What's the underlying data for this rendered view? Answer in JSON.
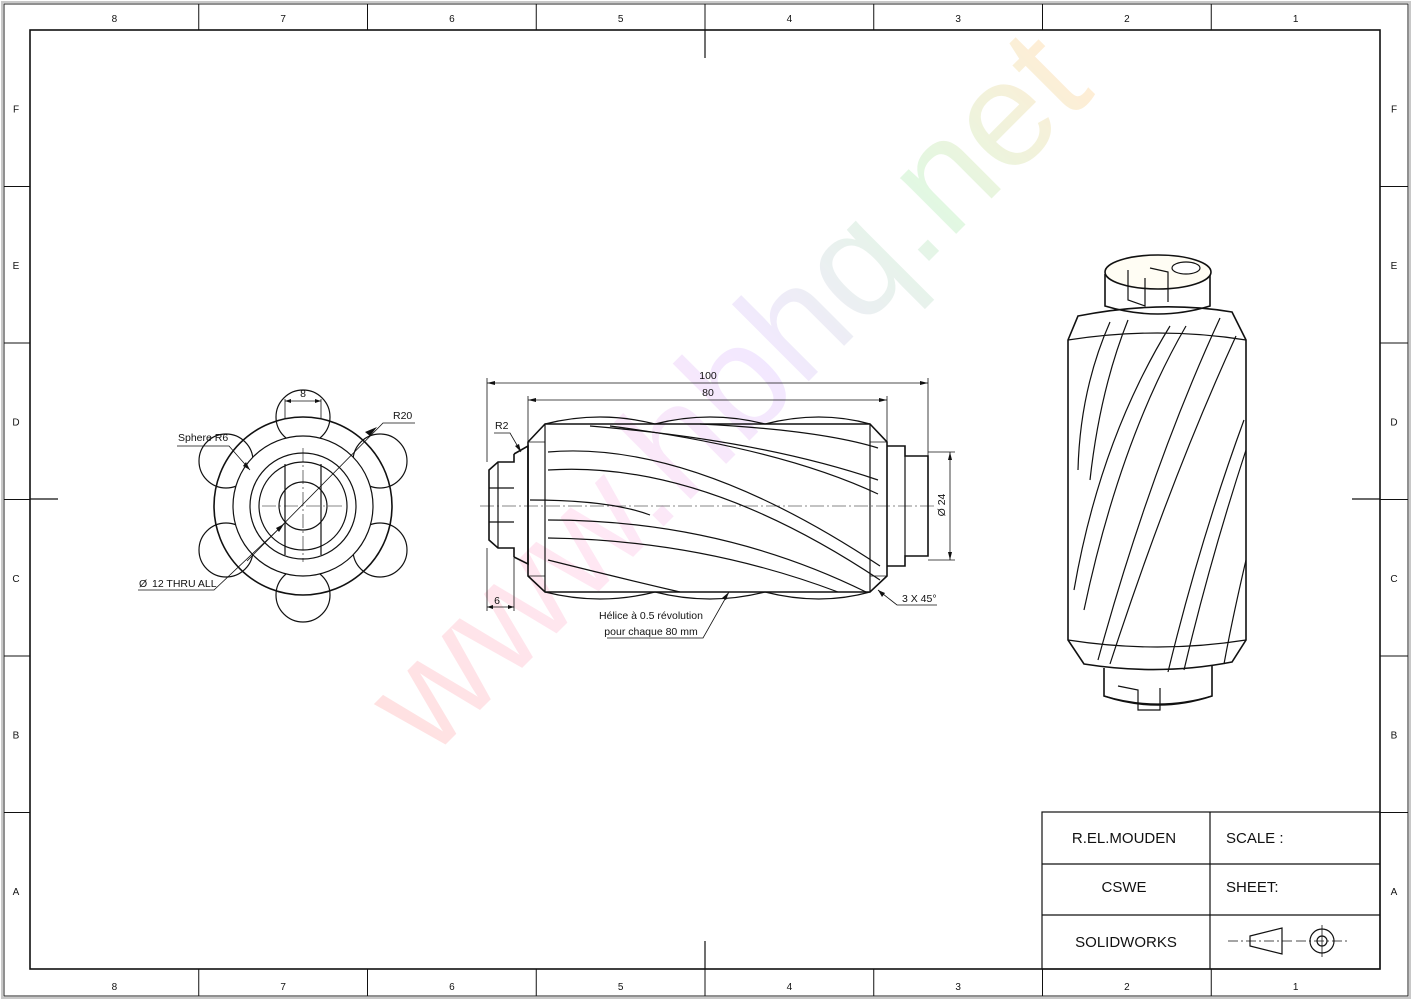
{
  "zones": {
    "columns": [
      "8",
      "7",
      "6",
      "5",
      "4",
      "3",
      "2",
      "1"
    ],
    "rows": [
      "F",
      "E",
      "D",
      "C",
      "B",
      "A"
    ]
  },
  "front_view": {
    "width_dim": "8",
    "radius_label": "R20",
    "sphere_label": "Sphere R6",
    "hole_label": "12 THRU ALL",
    "hole_symbol": "Ø"
  },
  "side_view": {
    "overall_length": "100",
    "body_length": "80",
    "fillet_label": "R2",
    "shaft_diameter": "Ø 24",
    "step_length": "6",
    "chamfer_label": "3 X 45°",
    "helix_note_line1": "Hélice à 0.5 révolution",
    "helix_note_line2": "pour chaque 80 mm"
  },
  "title_block": {
    "author": "R.EL.MOUDEN",
    "school": "CSWE",
    "software": "SOLIDWORKS",
    "scale_label": "SCALE :",
    "sheet_label": "SHEET:",
    "projection_icon": "third-angle-projection-icon"
  },
  "watermark": {
    "text": "www.hbhq.net",
    "colors": [
      "#ff7a7a",
      "#ff9ad5",
      "#c99cff",
      "#7fe07f",
      "#ffb347"
    ]
  }
}
